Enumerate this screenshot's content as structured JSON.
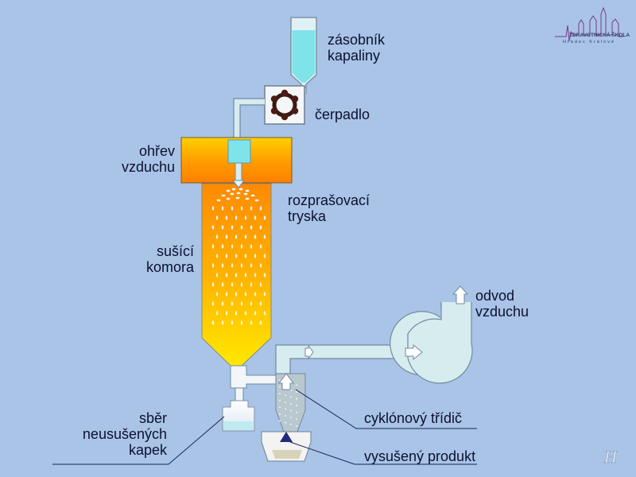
{
  "labels": {
    "reservoir": [
      "zásobník",
      "kapaliny"
    ],
    "pump": "čerpadlo",
    "heater": [
      "ohřev",
      "vzduchu"
    ],
    "nozzle": [
      "rozprašovací",
      "tryska"
    ],
    "chamber": [
      "sušící",
      "komora"
    ],
    "outlet": [
      "odvod",
      "vzduchu"
    ],
    "cyclone": "cyklónový třídič",
    "collection": [
      "sběr",
      "neusušených",
      "kapek"
    ],
    "product": "vysušený produkt"
  },
  "logo": {
    "line1": "ZDRAVOTNICKÁ ŠKOLA",
    "line2": "Hradec Králové",
    "signature": "H"
  },
  "colors": {
    "background": "#a9c4e6",
    "pipe": "#d7ecee",
    "pipe_stroke": "#6f8aa3",
    "heater": "#ff8c00",
    "chamber_top": "#ff8a00",
    "chamber_bottom": "#ffe000",
    "liquid": "#7fe3ea",
    "text": "#0d1030"
  }
}
